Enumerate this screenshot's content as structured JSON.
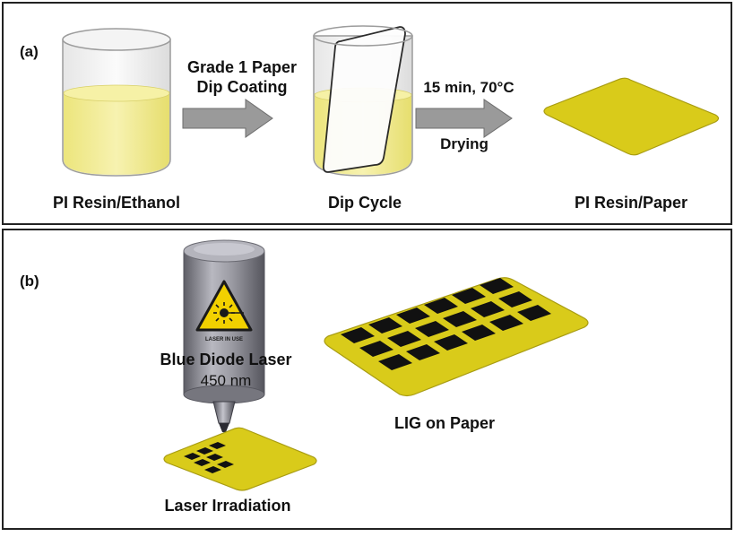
{
  "panel_a": {
    "tag": "(a)",
    "step1_label": "PI Resin/Ethanol",
    "arrow1_line1": "Grade 1 Paper",
    "arrow1_line2": "Dip Coating",
    "step2_label": "Dip Cycle",
    "arrow2_top": "15 min, 70°C",
    "arrow2_bottom": "Drying",
    "step3_label": "PI Resin/Paper"
  },
  "panel_b": {
    "tag": "(b)",
    "warning_text": "LASER IN USE",
    "laser_line1": "Blue Diode Laser",
    "laser_line2": "450 nm",
    "irradiation_label": "Laser Irradiation",
    "result_label": "LIG on Paper"
  },
  "colors": {
    "resin": "#f3ee9c",
    "paper": "#d9cb1a",
    "lig": "#111111",
    "arrow": "#9a9a9a",
    "laser_body": "#8e8e96",
    "beam": "#3a78c8"
  }
}
